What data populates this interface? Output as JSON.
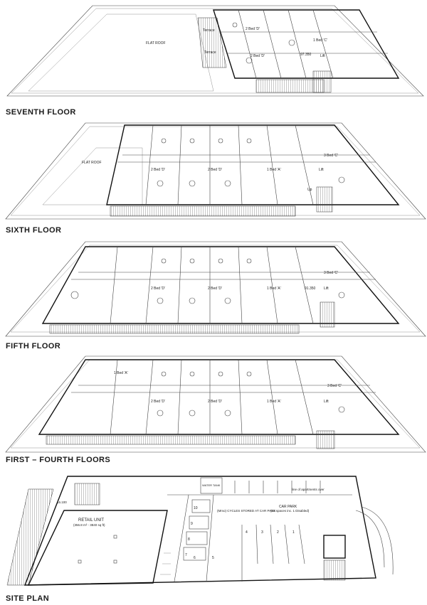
{
  "floors": [
    {
      "caption": "SEVENTH FLOOR",
      "labels": {
        "flat_roof": "FLAT ROOF",
        "terrace_a": "Terrace",
        "terrace_b": "Terrace",
        "bed_a": "2 Bed 'D'",
        "bed_b": "2 Bed 'D'",
        "bed_c": "1 Bed 'C'",
        "area": "97.350",
        "lift": "Lift"
      }
    },
    {
      "caption": "SIXTH FLOOR",
      "labels": {
        "flat_roof": "FLAT ROOF",
        "bed_a": "2 Bed 'D'",
        "bed_b": "2 Bed 'D'",
        "bed_c": "1 Bed 'A'",
        "bed_d": "3 Bed 'C'",
        "lift": "Lift",
        "up": "Up"
      }
    },
    {
      "caption": "FIFTH FLOOR",
      "labels": {
        "bed_a": "2 Bed 'D'",
        "bed_b": "2 Bed 'D'",
        "bed_c": "1 Bed 'A'",
        "bed_d": "3 Bed 'C'",
        "area": "91.350",
        "lift": "Lift"
      }
    },
    {
      "caption": "FIRST – FOURTH FLOORS",
      "labels": {
        "bed_a": "2 Bed 'D'",
        "bed_b": "2 Bed 'D'",
        "bed_c": "1 Bed 'A'",
        "bed_d": "3 Bed 'C'",
        "bed_e": "1 Bed 'A'",
        "lift": "Lift"
      }
    },
    {
      "caption": "SITE PLAN",
      "labels": {
        "retail_unit": "RETAIL UNIT",
        "retail_area": "(356.8 m² - 3840 sq ft)",
        "cycles": "(Mmo) CYCLES STORED AT CAR PARK",
        "car_park": "CAR PARK",
        "car_park_sub": "(23 spaces inc. 1 Disabled)",
        "line_above": "line of apartments over",
        "water_tank": "WATER TANK",
        "area": "16.100"
      },
      "bay_numbers": [
        "10",
        "9",
        "8",
        "7",
        "6",
        "5",
        "4",
        "3",
        "2",
        "1"
      ]
    }
  ]
}
